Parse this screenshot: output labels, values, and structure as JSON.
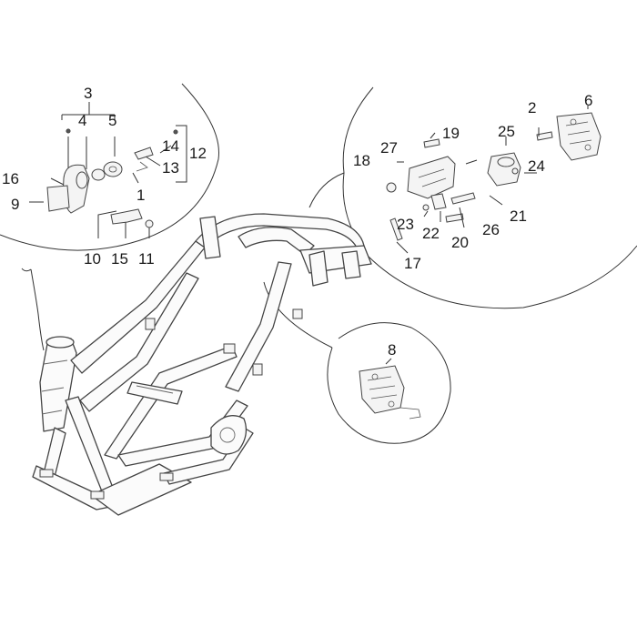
{
  "diagram": {
    "callouts": {
      "n1": "1",
      "n2": "2",
      "n3": "3",
      "n4": "4",
      "n5": "5",
      "n6": "6",
      "n8": "8",
      "n9": "9",
      "n10": "10",
      "n11": "11",
      "n12": "12",
      "n13": "13",
      "n14": "14",
      "n15": "15",
      "n16": "16",
      "n17": "17",
      "n18": "18",
      "n19": "19",
      "n20": "20",
      "n21": "21",
      "n22": "22",
      "n23": "23",
      "n24": "24",
      "n25": "25",
      "n26": "26",
      "n27": "27"
    },
    "line_color": "#333333"
  }
}
